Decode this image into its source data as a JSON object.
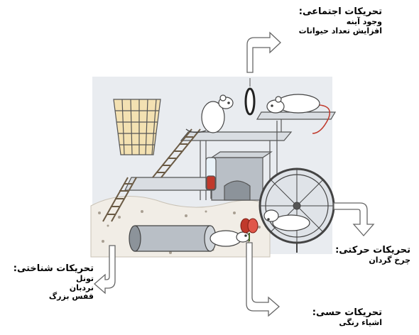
{
  "labels": {
    "social": {
      "title": "تحریکات اجتماعی:",
      "items": [
        "وجود آینه",
        "افزایش تعداد حیوانات"
      ]
    },
    "motor": {
      "title": "تحریکات حرکتی:",
      "items": [
        "چرخ گردان"
      ]
    },
    "cognitive": {
      "title": "تحریکات شناختی:",
      "items": [
        "تونل",
        "نردبان",
        "قفس بزرگ"
      ]
    },
    "sensory": {
      "title": "تحریکات حسی:",
      "items": [
        "اشیاء رنگی"
      ]
    }
  },
  "colors": {
    "background": "#ffffff",
    "scene": "#e9ecf0",
    "line": "#666666",
    "accent_red": "#c0392b"
  }
}
